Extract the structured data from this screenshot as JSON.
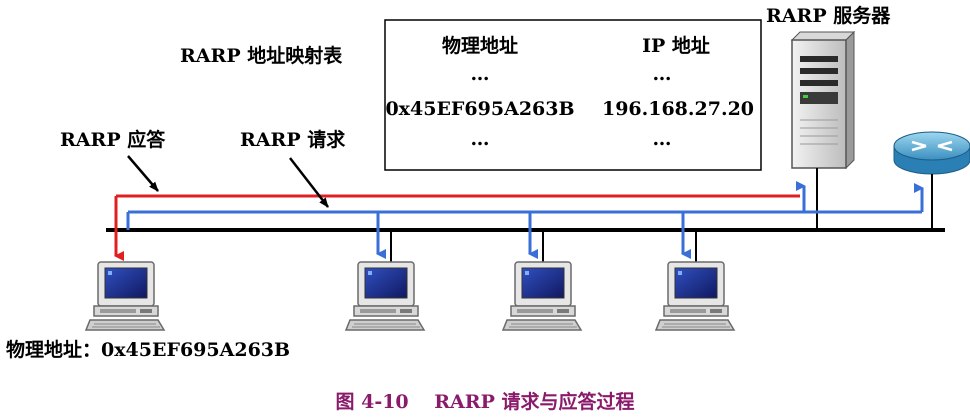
{
  "table": {
    "title": "RARP 地址映射表",
    "header_physical": "物理地址",
    "header_ip": "IP 地址",
    "row1_physical": "…",
    "row1_ip": "…",
    "row2_physical": "0x45EF695A263B",
    "row2_ip": "196.168.27.20",
    "row3_physical": "…",
    "row3_ip": "…"
  },
  "server_label": "RARP 服务器",
  "reply_label": "RARP 应答",
  "request_label": "RARP 请求",
  "host_label": "物理地址：0x45EF695A263B",
  "caption": "图 4-10　 RARP 请求与应答过程",
  "colors": {
    "reply": "#e02020",
    "request": "#3a6fd8",
    "caption": "#8a1a6a",
    "bus": "#000000"
  }
}
